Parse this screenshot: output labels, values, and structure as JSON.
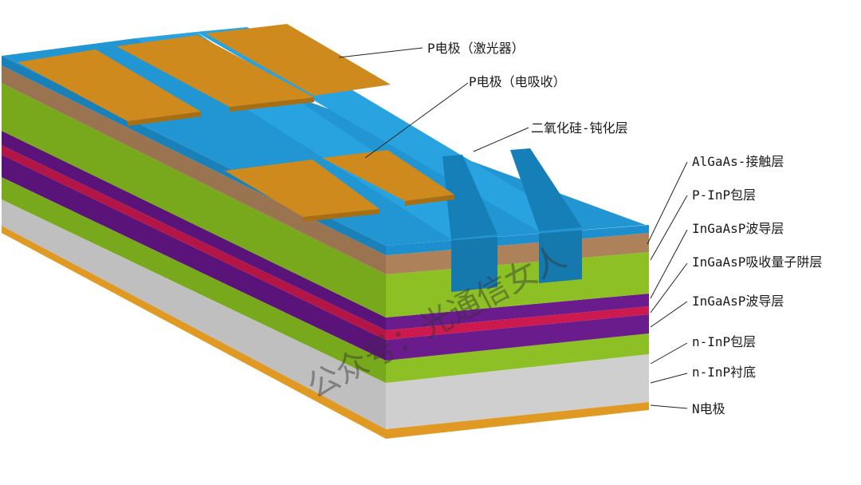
{
  "labels": {
    "p_electrode_laser": "P电极（激光器）",
    "p_electrode_absorber": "P电极（电吸收）",
    "sio2_passivation": "二氧化硅-钝化层",
    "algaas_contact": "AlGaAs-接触层",
    "p_inp_cladding": "P-InP包层",
    "ingaasp_waveguide_top": "InGaAsP波导层",
    "ingaasp_mqw": "InGaAsP吸收量子阱层",
    "ingaasp_waveguide_bottom": "InGaAsP波导层",
    "n_inp_cladding": "n-InP包层",
    "n_inp_substrate": "n-InP衬底",
    "n_electrode": "N电极"
  },
  "watermark": "公众号：光通信女人",
  "colors": {
    "electrode": "#cf8a1e",
    "passivation": "#1e8fce",
    "contact": "#a87f57",
    "p_cladding": "#84b820",
    "waveguide": "#6a1b8c",
    "mqw": "#c8184c",
    "n_cladding": "#84b820",
    "substrate": "#c8c8c8",
    "n_electrode": "#e09a24"
  }
}
